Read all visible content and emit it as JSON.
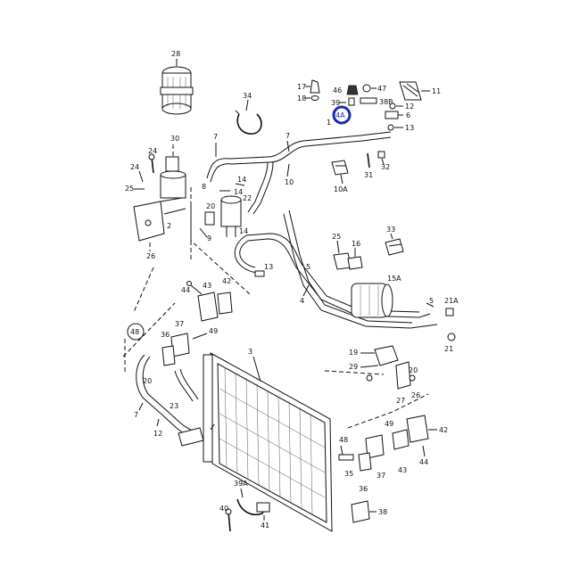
{
  "highlight": {
    "label": "4A",
    "color": "#1a2fb0"
  },
  "callouts": [
    "28",
    "34",
    "17",
    "18",
    "46",
    "39",
    "47",
    "11",
    "38B",
    "6",
    "12",
    "13",
    "7",
    "30",
    "24",
    "25",
    "10A",
    "31",
    "32",
    "14",
    "22",
    "20",
    "2",
    "9",
    "26",
    "33",
    "25",
    "16",
    "5",
    "15A",
    "4",
    "44",
    "43",
    "42",
    "37",
    "49",
    "48",
    "36",
    "3",
    "21A",
    "21",
    "19",
    "29",
    "20",
    "27",
    "23",
    "26",
    "12",
    "7",
    "40",
    "39A",
    "41",
    "38",
    "35",
    "36",
    "37",
    "43",
    "44",
    "48",
    "49",
    "42",
    "8",
    "14",
    "10",
    "32",
    "7",
    "1"
  ],
  "labels": {
    "c28": "28",
    "c34": "34",
    "c17": "17",
    "c18": "18",
    "c46": "46",
    "c39a": "39",
    "c47": "47",
    "c11": "11",
    "c38b": "38B",
    "c6": "6",
    "c12a": "12",
    "c13a": "13",
    "c4a": "4A",
    "c1": "1",
    "c7a": "7",
    "c7b": "7",
    "c30": "30",
    "c24a": "24",
    "c24b": "24",
    "c25a": "25",
    "c10": "10",
    "c10a": "10A",
    "c31": "31",
    "c32": "32",
    "c8": "8",
    "c14a": "14",
    "c14b": "14",
    "c14c": "14",
    "c22": "22",
    "c20a": "20",
    "c2": "2",
    "c9": "9",
    "c26a": "26",
    "c13b": "13",
    "c33": "33",
    "c25b": "25",
    "c16": "16",
    "c5a": "5",
    "c5b": "5",
    "c15a": "15A",
    "c4b": "4",
    "c44a": "44",
    "c43a": "43",
    "c42a": "42",
    "c37a": "37",
    "c49a": "49",
    "c48a": "48",
    "c36a": "36",
    "c3": "3",
    "c21a": "21A",
    "c21": "21",
    "c19": "19",
    "c29": "29",
    "c20b": "20",
    "c27": "27",
    "c23": "23",
    "c26b": "26",
    "c12b": "12",
    "c7c": "7",
    "c40": "40",
    "c39b": "39A",
    "c41": "41",
    "c38": "38",
    "c35": "35",
    "c36b": "36",
    "c37b": "37",
    "c43b": "43",
    "c44b": "44",
    "c48b": "48",
    "c49b": "49",
    "c42b": "42"
  }
}
